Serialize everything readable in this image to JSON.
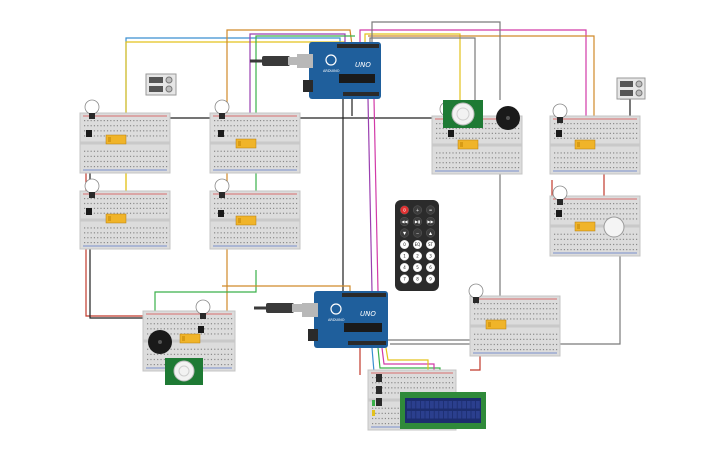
{
  "canvas": {
    "background": "#ffffff"
  },
  "colors": {
    "breadboard": "#dcdcdc",
    "breadboard_hole": "#8a8a8a",
    "rail_red": "#d94a4a",
    "rail_blue": "#5a78c8",
    "arduino": "#1f5f9c",
    "arduino_dark": "#17497a",
    "arduino_header": "#2a2a2a",
    "usb": "#b8b8b8",
    "relay": "#f0b429",
    "pir": "#1e7a34",
    "pir_dome": "#f2f2f2",
    "buzzer": "#1a1a1a",
    "remote": "#2b2b2b",
    "remote_button": "#ffffff",
    "remote_power": "#e03030",
    "lcd_pcb": "#2f8a3a",
    "lcd_screen": "#1c2d6e",
    "lamp": "#ffffff",
    "wire_colors": [
      "#3a8fd0",
      "#e3c21c",
      "#d08a2a",
      "#9a3fb0",
      "#3ab04a",
      "#202020",
      "#c0392b",
      "#d23aa8",
      "#7a7a7a"
    ]
  },
  "arduinos": [
    {
      "label": "UNO",
      "brand": "ARDUINO"
    },
    {
      "label": "UNO",
      "brand": "ARDUINO"
    }
  ],
  "ir_remote": {
    "buttons": [
      "⏻",
      "+",
      "≡",
      "◀◀",
      "▶▮",
      "▶▶",
      "▼",
      "−",
      "▲",
      "0",
      "EQ",
      "ST",
      "1",
      "2",
      "3",
      "4",
      "5",
      "6",
      "7",
      "8",
      "9"
    ]
  },
  "lcd": {
    "rows": 2,
    "cols": 16
  }
}
